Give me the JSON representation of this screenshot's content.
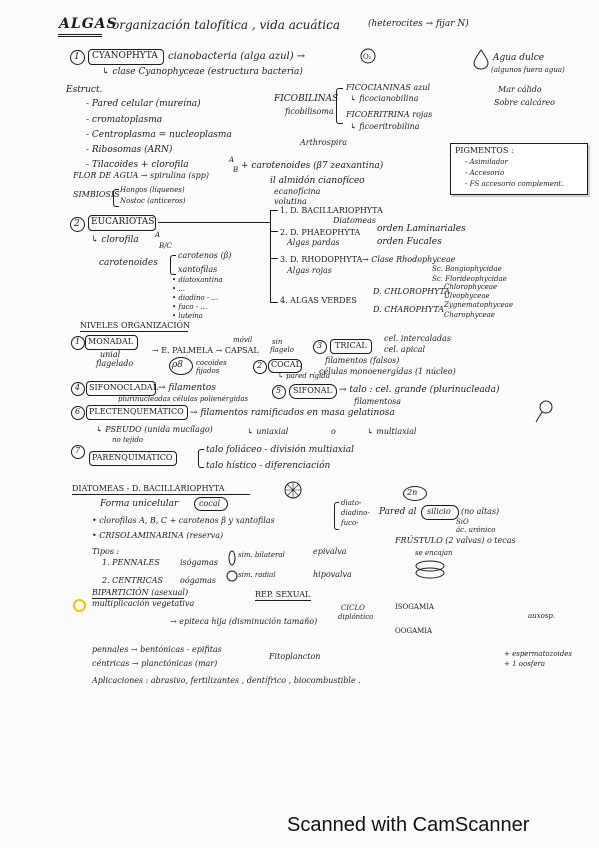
{
  "header": {
    "title": "ALGAS",
    "subtitle": "organización talofítica , vida acuática",
    "note": "(heterocites → fijar N)"
  },
  "cyano": {
    "num": "1",
    "name": "CYANOPHYTA",
    "desc": "cianobacteria (alga azul) →",
    "clase": "↳ clase Cyanophyceae (estructura bacteria)",
    "estruct": "Estruct.",
    "items": [
      "- Pared celular (mureína)",
      "- cromatoplasma",
      "- Centroplasma = nucleoplasma",
      "- Ribosomas (ARN)",
      "- Tilacoides + clorofila"
    ],
    "ab": "A",
    "ab2": "B",
    "carot": "+ carotenoides (β7 zeaxantina)",
    "almidon": "il almidón cianofíceo",
    "almidon2": "ecanofícina",
    "almidon3": "volutina",
    "ficob": "FICOBILINAS",
    "ficob_sub": "ficobilisoma",
    "ficocian": "FICOCIANINAS azul",
    "ficocian_sub": "↳ ficocianobilina",
    "ficoeri": "FICOERITRINA rojas",
    "ficoeri_sub": "↳ ficoeritrobilina",
    "flor": "FLOR DE AGUA → spirulina (spp)",
    "arthro": "Arthrospira",
    "simb": "SIMBIOSIS",
    "simb1": "Hongos (líquenes)",
    "simb2": "Nostoc (anticeros)",
    "agua_dulce": "Agua dulce",
    "agua_dulce2": "(algunos fuera agua)",
    "mar": "Mar cálido",
    "sobre": "Sobre calcáreo"
  },
  "pigmentos": {
    "title": "PIGMENTOS :",
    "items": [
      "- Asimilador",
      "- Accesorio",
      "- FS accesorio complement."
    ]
  },
  "eucar": {
    "num": "2",
    "name": "EUCARIOTAS",
    "clorofila": "↳ clorofila",
    "ab": "A",
    "bc": "B/C",
    "carot": "carotenoides",
    "carot1": "carotenos (β)",
    "xanto": "xantofilas",
    "sub": [
      "• diatoxantina",
      "• ...",
      "• diadino - ...",
      "• fuco - ...",
      "• luteína"
    ],
    "groups": [
      {
        "label": "1. D. BACILLARIOPHYTA",
        "sub": "Diatomeas"
      },
      {
        "label": "2. D. PHAEOPHYTA",
        "sub": "Algas pardas",
        "ord1": "orden Laminariales",
        "ord2": "orden Fucales"
      },
      {
        "label": "3. D. RHODOPHYTA",
        "sub": "Algas rojas",
        "cls": "→ Clase Rhodophyceae",
        "sc1": "Sc. Bangiophycidae",
        "sc2": "Sc. Florideophycidae"
      },
      {
        "label": "4. ALGAS VERDES",
        "d1": "D. CHLOROPHYTA",
        "d1a": "Chlorophyceae",
        "d1b": "Ulvophyceae",
        "d2": "D. CHAROPHYTA",
        "d2a": "Zygnematophyceae",
        "d2b": "Charophyceae"
      }
    ]
  },
  "niveles": {
    "title": "NIVELES ORGANIZACIÓN",
    "items": [
      {
        "num": "1",
        "name": "MONADAL",
        "n1": "unial",
        "n2": "flagelado",
        "arrow": "→ E. PALMELA → CAPSAL",
        "movil": "móvil",
        "sin": "sin",
        "flagelo": "flagelo"
      },
      {
        "num": "2",
        "name": "COCAL",
        "pared": "↳ pared rígida",
        "cocoides": "cocoides",
        "fijados": "fijados"
      },
      {
        "num": "3",
        "name": "TRICAL",
        "cel1": "cel. intercaladas",
        "cel2": "cel. apical",
        "fil": "filamentos (falsos)",
        "cel3": "células monoenergídas (1 núcleo)"
      },
      {
        "num": "4",
        "name": "SIFONOCLADAL",
        "a": "→ filamentos",
        "b": "plurinucleadas células polienérgidas"
      },
      {
        "num": "5",
        "name": "SIFONAL",
        "a": "→ talo : cel. grande (plurinucleada)",
        "b": "filamentosa"
      },
      {
        "num": "6",
        "name": "PLECTENQUEMÁTICO",
        "a": "→ filamentos ramificados en masa gelatinosa",
        "pseudo": "↳ PSEUDO (unida mucílago)",
        "notej": "no tejido",
        "uni": "↳ uniaxial",
        "o": "o",
        "multi": "↳ multiaxial"
      },
      {
        "num": "7",
        "name": "PARENQUIMÁTICO",
        "a": "talo foliáceo - división multiaxial",
        "b": "talo hístico - diferenciación"
      }
    ]
  },
  "diatom": {
    "title": "DIATOMEAS - D. BACILLARIOPHYTA",
    "forma": "Forma unicelular",
    "cocal": "cocal",
    "clor": "• clorofilas A, B, C + carotenos β y xantofilas",
    "fuco": [
      "diato-",
      "diadino-",
      "fuco-"
    ],
    "criso": "• CRISOLAMINARINA (reserva)",
    "pared": "Pared al",
    "silicio": "silicio",
    "noaltas": "(no altas)",
    "sio": "SiO",
    "acur": "ác. urónico",
    "frust": "FRÚSTULO (2 valvas) o tecas",
    "tipos": "Tipos :",
    "t1": "1. PENNALES",
    "t1b": "isógamas",
    "t1c": "sim. bilateral",
    "t1d": "epivalva",
    "t2": "2. CENTRICAS",
    "t2b": "oógamas",
    "t2c": "sim. radial",
    "t2d": "hipovalva",
    "enc": "se encajan",
    "2n": "2n"
  },
  "bipart": {
    "title": "BIPARTICIÓN (asexual)",
    "sub": "multiplicación vegetativa",
    "hija": "→ epiteca hija (disminución tamaño)",
    "rep": "REP. SEXUAL",
    "ciclo": "CICLO",
    "diplo": "diplóntico",
    "isog": "ISOGAMIA",
    "oog": "OOGAMIA",
    "auxo": "auxosp.",
    "pen": "pennales → bentónicas - epifitas",
    "cen": "céntricas → planctónicas (mar)",
    "fito": "Fitoplancton",
    "esp": "+ espermatozoides",
    "oosf": "+ 1 oosfera",
    "aplic": "Aplicaciones : abrasivo, fertilizantes , dentífrico , biocombustible ."
  },
  "footer": {
    "text": "Scanned with CamScanner"
  }
}
